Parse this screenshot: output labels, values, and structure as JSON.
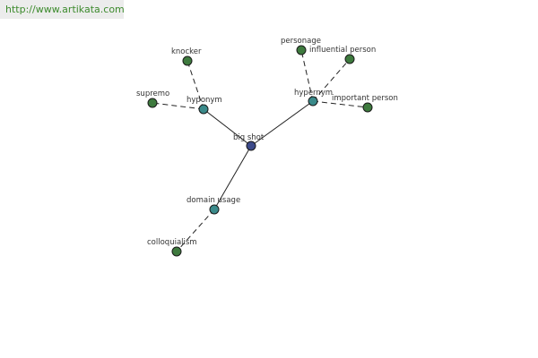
{
  "header": {
    "url": "http://www.artikata.com"
  },
  "colors": {
    "center_node": "#3c4a8a",
    "relation_node": "#3a8a8a",
    "leaf_node": "#3e7a3e"
  },
  "graph": {
    "center": {
      "label": "big shot"
    },
    "relations": [
      {
        "id": "hyponym",
        "label": "hyponym"
      },
      {
        "id": "hypernym",
        "label": "hypernym"
      },
      {
        "id": "domain",
        "label": "domain usage"
      }
    ],
    "leaves": [
      {
        "id": "knocker",
        "label": "knocker"
      },
      {
        "id": "supremo",
        "label": "supremo"
      },
      {
        "id": "personage",
        "label": "personage"
      },
      {
        "id": "influential",
        "label": "influential person"
      },
      {
        "id": "important",
        "label": "important person"
      },
      {
        "id": "colloquialism",
        "label": "colloquialism"
      }
    ]
  }
}
